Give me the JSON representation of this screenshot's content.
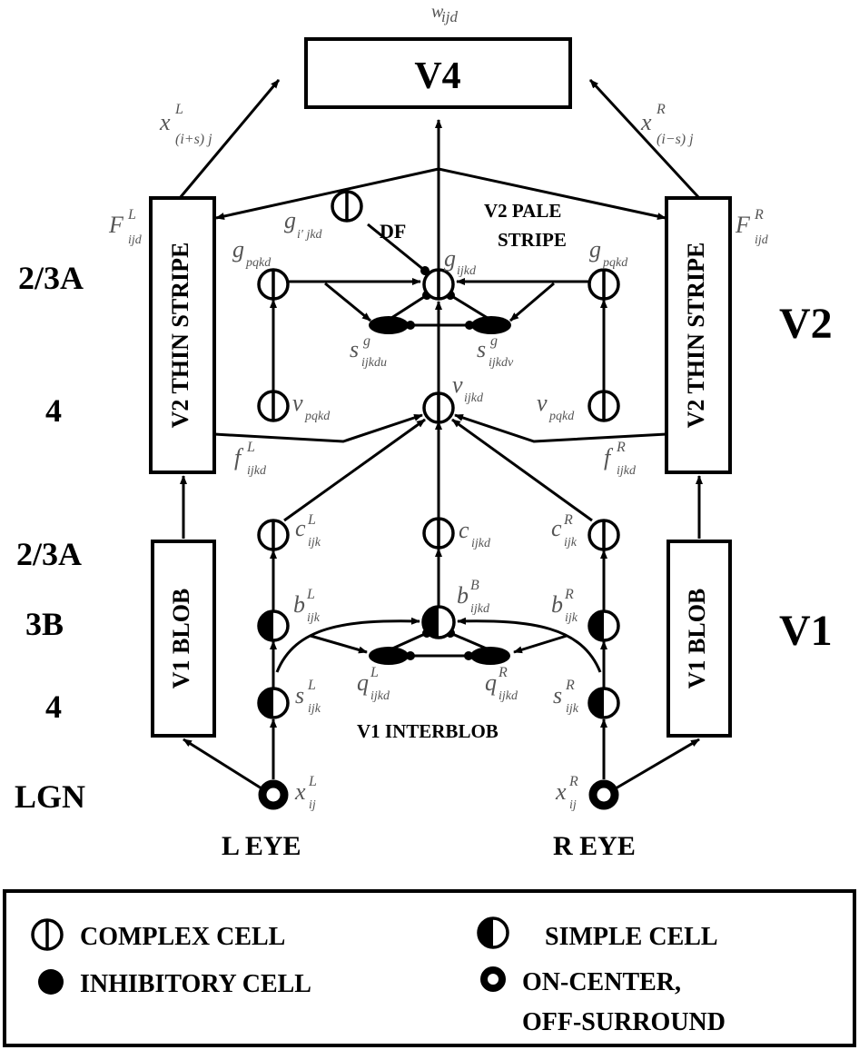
{
  "top": {
    "v4_label": "V4",
    "w_var": "w",
    "w_sub": "ijd"
  },
  "cortex": {
    "v2_label": "V2",
    "v1_label": "V1"
  },
  "layers": {
    "l23a_top": "2/3A",
    "l4_top": "4",
    "l23a_low": "2/3A",
    "l3b": "3B",
    "l4_low": "4",
    "lgn": "LGN"
  },
  "boxes": {
    "v2_thin_left": "V2 THIN STRIPE",
    "v2_thin_right": "V2 THIN STRIPE",
    "v1_blob_left": "V1 BLOB",
    "v1_blob_right": "V1 BLOB"
  },
  "region_labels": {
    "df": "DF",
    "pale_line1": "V2 PALE",
    "pale_line2": "STRIPE",
    "interblob": "V1 INTERBLOB"
  },
  "vars": {
    "xL": {
      "base": "x",
      "sup": "L",
      "sub": "(i+s) j"
    },
    "xR": {
      "base": "x",
      "sup": "R",
      "sub": "(i−s) j"
    },
    "FL": {
      "base": "F",
      "sup": "L",
      "sub": "ijd"
    },
    "FR": {
      "base": "F",
      "sup": "R",
      "sub": "ijd"
    },
    "g_ijkd": {
      "base": "g",
      "sub": "ijkd"
    },
    "g_ipjkd": {
      "base": "g",
      "sub": "i′ jkd"
    },
    "g_pqkd_left": {
      "base": "g",
      "sub": "pqkd"
    },
    "g_pqkd_right": {
      "base": "g",
      "sub": "pqkd"
    },
    "sg_du": {
      "base": "s",
      "sup": "g",
      "sub": "ijkdu"
    },
    "sg_dv": {
      "base": "s",
      "sup": "g",
      "sub": "ijkdv"
    },
    "v_left": {
      "base": "v",
      "sub": "pqkd"
    },
    "v_center": {
      "base": "v",
      "sub": "ijkd"
    },
    "v_right": {
      "base": "v",
      "sub": "pqkd"
    },
    "fL": {
      "base": "f",
      "sup": "L",
      "sub": "ijkd"
    },
    "fR": {
      "base": "f",
      "sup": "R",
      "sub": "ijkd"
    },
    "cL": {
      "base": "c",
      "sup": "L",
      "sub": "ijk"
    },
    "c_center": {
      "base": "c",
      "sub": "ijkd"
    },
    "cR": {
      "base": "c",
      "sup": "R",
      "sub": "ijk"
    },
    "bL": {
      "base": "b",
      "sup": "L",
      "sub": "ijk"
    },
    "bB": {
      "base": "b",
      "sup": "B",
      "sub": "ijkd"
    },
    "bR": {
      "base": "b",
      "sup": "R",
      "sub": "ijk"
    },
    "qL": {
      "base": "q",
      "sup": "L",
      "sub": "ijkd"
    },
    "qR": {
      "base": "q",
      "sup": "R",
      "sub": "ijkd"
    },
    "sL": {
      "base": "s",
      "sup": "L",
      "sub": "ijk"
    },
    "sR": {
      "base": "s",
      "sup": "R",
      "sub": "ijk"
    },
    "xLij": {
      "base": "x",
      "sup": "L",
      "sub": "ij"
    },
    "xRij": {
      "base": "x",
      "sup": "R",
      "sub": "ij"
    }
  },
  "eyes": {
    "left": "L EYE",
    "right": "R EYE"
  },
  "legend": {
    "complex": "COMPLEX CELL",
    "simple": "SIMPLE CELL",
    "inhibitory": "INHIBITORY CELL",
    "oncenter_line1": "ON-CENTER,",
    "oncenter_line2": "OFF-SURROUND"
  }
}
